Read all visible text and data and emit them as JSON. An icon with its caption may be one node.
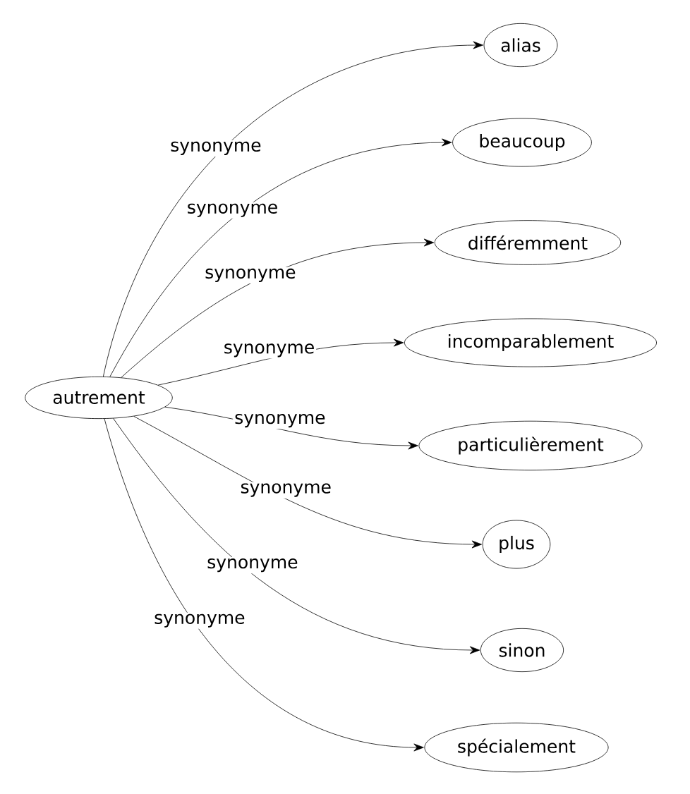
{
  "diagram": {
    "nodes": [
      {
        "text": [
          "autrement"
        ]
      },
      {
        "text": [
          "alias"
        ]
      },
      {
        "text": [
          "beaucoup"
        ]
      },
      {
        "text": [
          "différemment"
        ]
      },
      {
        "text": [
          "incomparablement"
        ]
      },
      {
        "text": [
          "particulièrement"
        ]
      },
      {
        "text": [
          "plus"
        ]
      },
      {
        "text": [
          "sinon"
        ]
      },
      {
        "text": [
          "spécialement"
        ]
      }
    ],
    "edges": [
      {
        "from": 0,
        "to": 1,
        "arrow": "to",
        "label": "synonyme"
      },
      {
        "from": 0,
        "to": 2,
        "arrow": "to",
        "label": "synonyme"
      },
      {
        "from": 0,
        "to": 3,
        "arrow": "to",
        "label": "synonyme"
      },
      {
        "from": 0,
        "to": 4,
        "arrow": "to",
        "label": "synonyme"
      },
      {
        "from": 0,
        "to": 5,
        "arrow": "to",
        "label": "synonyme"
      },
      {
        "from": 0,
        "to": 6,
        "arrow": "to",
        "label": "synonyme"
      },
      {
        "from": 0,
        "to": 7,
        "arrow": "to",
        "label": "synonyme"
      },
      {
        "from": 0,
        "to": 8,
        "arrow": "to",
        "label": "synonyme"
      }
    ]
  }
}
